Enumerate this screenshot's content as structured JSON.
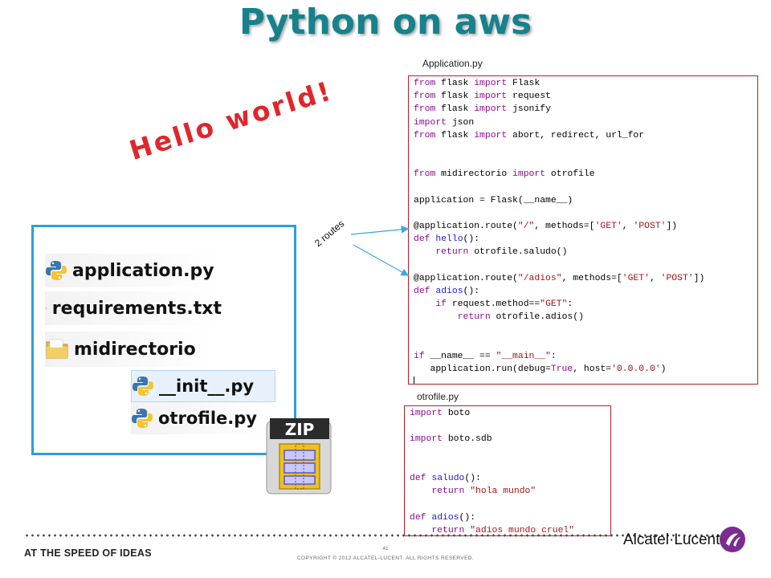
{
  "slide": {
    "title": "Python on aws",
    "hello": "Hello world!",
    "routes_label": "2 routes",
    "app_file_label": "Application.py",
    "other_file_label": "otrofile.py"
  },
  "explorer": {
    "items": [
      {
        "name": "application.py",
        "icon": "python-file-icon"
      },
      {
        "name": "requirements.txt",
        "icon": "text-file-icon"
      },
      {
        "name": "midirectorio",
        "icon": "folder-icon"
      },
      {
        "name": "__init__.py",
        "icon": "python-file-icon"
      },
      {
        "name": "otrofile.py",
        "icon": "python-file-icon"
      }
    ]
  },
  "zip_label": "ZIP",
  "code_application": [
    "from flask import Flask",
    "from flask import request",
    "from flask import jsonify",
    "import json",
    "from flask import abort, redirect, url_for",
    "",
    "",
    "from midirectorio import otrofile",
    "",
    "application = Flask(__name__)",
    "",
    "@application.route(\"/\", methods=['GET', 'POST'])",
    "def hello():",
    "    return otrofile.saludo()",
    "",
    "@application.route(\"/adios\", methods=['GET', 'POST'])",
    "def adios():",
    "    if request.method==\"GET\":",
    "        return otrofile.adios()",
    "",
    "",
    "if __name__ == \"__main__\":",
    "   application.run(debug=True, host='0.0.0.0')"
  ],
  "code_otrofile": [
    "import boto",
    "",
    "import boto.sdb",
    "",
    "",
    "def saludo():",
    "    return \"hola mundo\"",
    "",
    "def adios():",
    "    return \"adios mundo cruel\""
  ],
  "footer": {
    "tagline": "AT THE SPEED OF IDEAS",
    "page_number": "41",
    "copyright": "COPYRIGHT © 2012 ALCATEL-LUCENT.  ALL RIGHTS RESERVED.",
    "brand": "Alcatel·Lucent"
  },
  "colors": {
    "title": "#17818c",
    "hello": "#e0262b",
    "code_border": "#b3202b",
    "explorer_border": "#29a0dc",
    "keyword": "#8a0a8c",
    "function": "#1b1bd0",
    "string": "#a31515",
    "brand_logo": "#7b2c8f"
  }
}
